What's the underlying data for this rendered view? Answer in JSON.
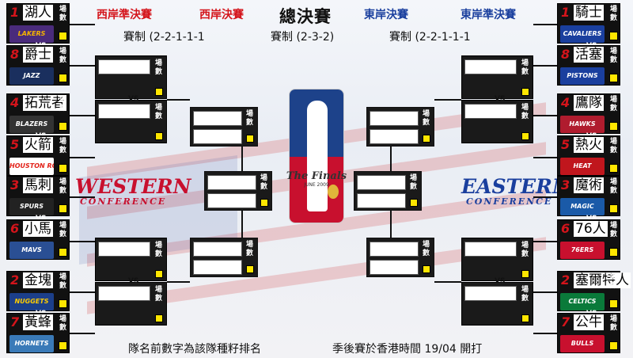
{
  "headers": {
    "west_semi": "西岸準決賽",
    "west_final": "西岸決賽",
    "finals": "總決賽",
    "east_final": "東岸決賽",
    "east_semi": "東岸準決賽"
  },
  "formats": {
    "left": "賽制 (2-2-1-1-1",
    "mid": "賽制 (2-3-2)",
    "right": "賽制 (2-2-1-1-1"
  },
  "count_label": "場數",
  "vs": "VS",
  "west_conf": {
    "line1": "WESTERN",
    "line2": "CONFERENCE"
  },
  "east_conf": {
    "line1": "EASTERN",
    "line2": "CONFERENCE"
  },
  "finals_logo": {
    "line1": "The Finals",
    "line2": "JUNE 2009"
  },
  "west_teams": [
    {
      "seed": "1",
      "name": "湖人",
      "logo": "LAKERS",
      "c": "#f5b400",
      "bg": "#4a2b7b"
    },
    {
      "seed": "8",
      "name": "爵士",
      "logo": "JAZZ",
      "c": "#fff",
      "bg": "#1a2f5e"
    },
    {
      "seed": "4",
      "name": "拓荒者",
      "logo": "BLAZERS",
      "c": "#fff",
      "bg": "#333"
    },
    {
      "seed": "5",
      "name": "火箭",
      "logo": "HOUSTON ROCKETS",
      "c": "#e2231a",
      "bg": "#fff"
    },
    {
      "seed": "3",
      "name": "馬刺",
      "logo": "SPURS",
      "c": "#fff",
      "bg": "#222"
    },
    {
      "seed": "6",
      "name": "小馬",
      "logo": "MAVS",
      "c": "#fff",
      "bg": "#2a4f94"
    },
    {
      "seed": "2",
      "name": "金塊",
      "logo": "NUGGETS",
      "c": "#ffcc00",
      "bg": "#1c3f8a"
    },
    {
      "seed": "7",
      "name": "黃蜂",
      "logo": "HORNETS",
      "c": "#fff",
      "bg": "#3a7ab8"
    }
  ],
  "east_teams": [
    {
      "seed": "1",
      "name": "騎士",
      "logo": "CAVALIERS",
      "c": "#fff",
      "bg": "#1a3f9e"
    },
    {
      "seed": "8",
      "name": "活塞",
      "logo": "PISTONS",
      "c": "#fff",
      "bg": "#1a3f9e"
    },
    {
      "seed": "4",
      "name": "鷹隊",
      "logo": "HAWKS",
      "c": "#fff",
      "bg": "#b01c2e"
    },
    {
      "seed": "5",
      "name": "熱火",
      "logo": "HEAT",
      "c": "#fff",
      "bg": "#c0161d"
    },
    {
      "seed": "3",
      "name": "魔術",
      "logo": "MAGIC",
      "c": "#fff",
      "bg": "#1a5aa8"
    },
    {
      "seed": "6",
      "name": "76人",
      "logo": "76ERS",
      "c": "#fff",
      "bg": "#c8102e"
    },
    {
      "seed": "2",
      "name": "塞爾特人",
      "logo": "CELTICS",
      "c": "#fff",
      "bg": "#0a7a3a"
    },
    {
      "seed": "7",
      "name": "公牛",
      "logo": "BULLS",
      "c": "#fff",
      "bg": "#c8102e"
    }
  ],
  "footer": {
    "left": "隊名前數字為該隊種籽排名",
    "right": "季後賽於香港時間 19/04 開打"
  }
}
